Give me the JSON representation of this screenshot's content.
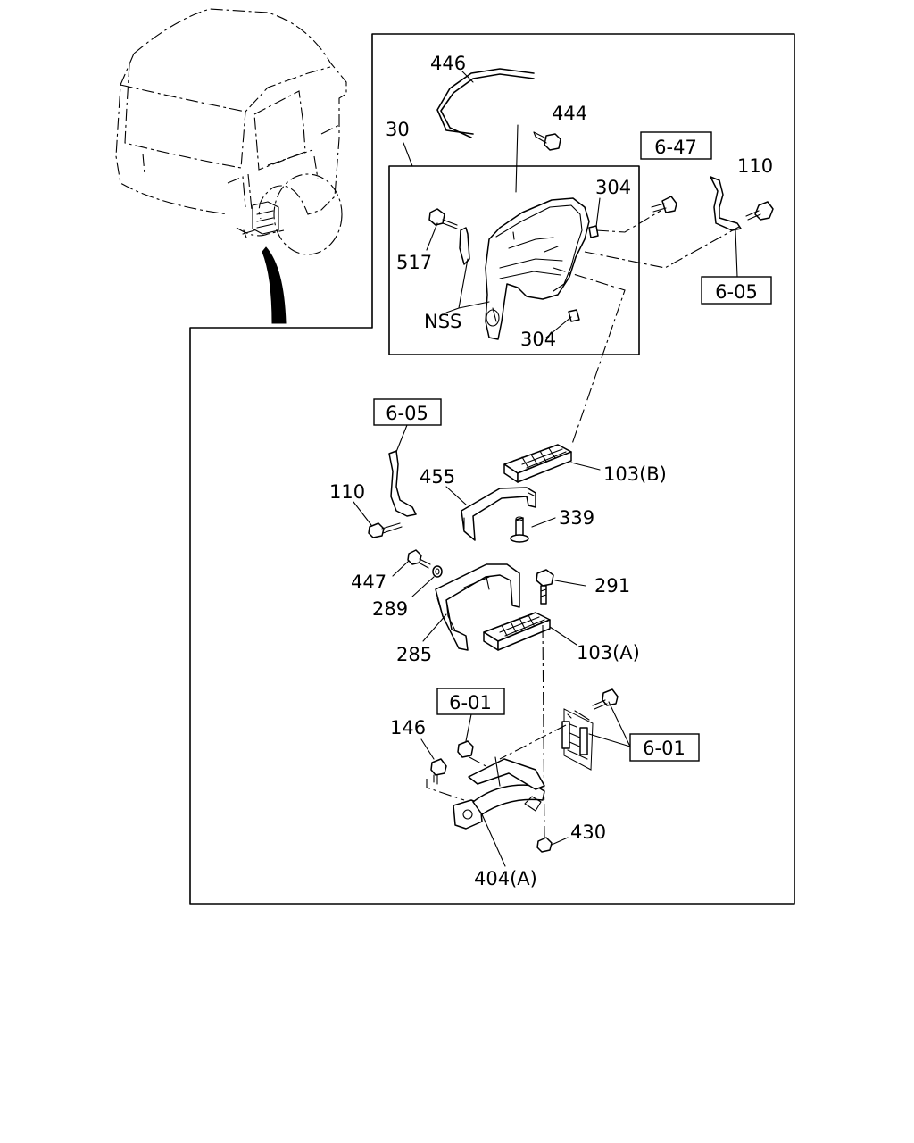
{
  "callouts": [
    {
      "key": "c446",
      "text": "446"
    },
    {
      "key": "c444",
      "text": "444"
    },
    {
      "key": "c30",
      "text": "30"
    },
    {
      "key": "c304a",
      "text": "304"
    },
    {
      "key": "c110a",
      "text": "110"
    },
    {
      "key": "c517",
      "text": "517"
    },
    {
      "key": "cnss",
      "text": "NSS"
    },
    {
      "key": "c304b",
      "text": "304"
    },
    {
      "key": "c103b",
      "text": "103(B)"
    },
    {
      "key": "c455",
      "text": "455"
    },
    {
      "key": "c110b",
      "text": "110"
    },
    {
      "key": "c339",
      "text": "339"
    },
    {
      "key": "c447",
      "text": "447"
    },
    {
      "key": "c289",
      "text": "289"
    },
    {
      "key": "c291",
      "text": "291"
    },
    {
      "key": "c285",
      "text": "285"
    },
    {
      "key": "c103a",
      "text": "103(A)"
    },
    {
      "key": "c146",
      "text": "146"
    },
    {
      "key": "c430",
      "text": "430"
    },
    {
      "key": "c404a",
      "text": "404(A)"
    }
  ],
  "references": [
    {
      "key": "r647",
      "text": "6-47"
    },
    {
      "key": "r605a",
      "text": "6-05"
    },
    {
      "key": "r605b",
      "text": "6-05"
    },
    {
      "key": "r601a",
      "text": "6-01"
    },
    {
      "key": "r601b",
      "text": "6-01"
    }
  ]
}
